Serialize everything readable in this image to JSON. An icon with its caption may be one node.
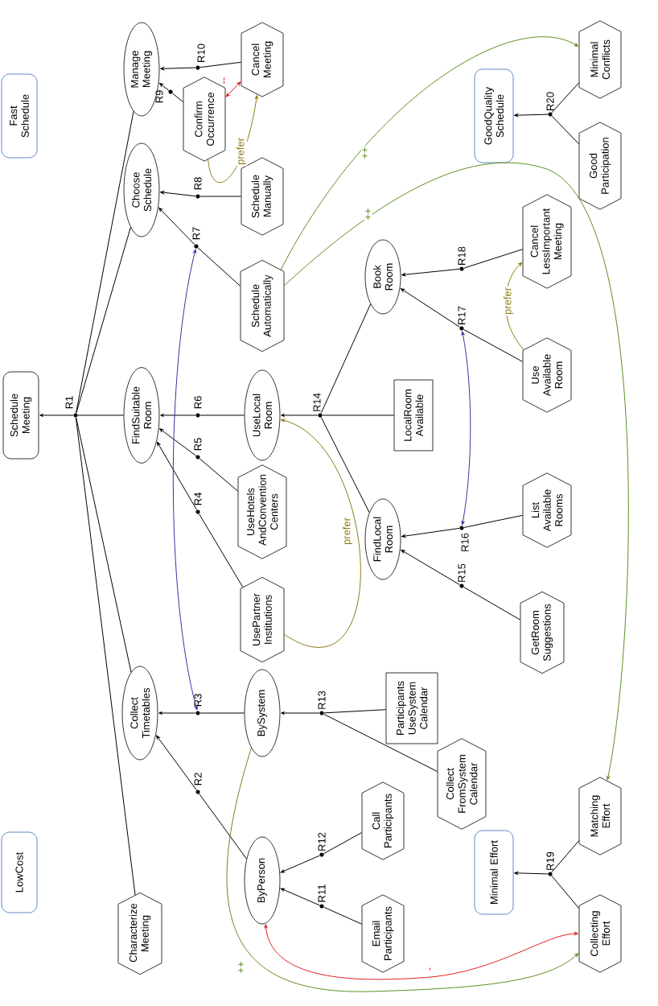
{
  "diagram": {
    "nodes": [
      {
        "text": [
          "Fast Schedule"
        ]
      },
      {
        "text": [
          "GoodQuality Schedule"
        ]
      },
      {
        "text": [
          "Schedule Meeting"
        ]
      },
      {
        "text": [
          "LowCost"
        ]
      },
      {
        "text": [
          "Minimal Effort"
        ]
      },
      {
        "text": [
          "Manage Meeting"
        ]
      },
      {
        "text": [
          "Choose Schedule"
        ]
      },
      {
        "text": [
          "FindSuitable Room"
        ]
      },
      {
        "text": [
          "Collect Timetables"
        ]
      },
      {
        "text": [
          "Characterize Meeting"
        ]
      },
      {
        "text": [
          "Confirm Occurrence"
        ]
      },
      {
        "text": [
          "Cancel Meeting"
        ]
      },
      {
        "text": [
          "Schedule Manually"
        ]
      },
      {
        "text": [
          "Schedule Automatically"
        ]
      },
      {
        "text": [
          "UseLocal Room"
        ]
      },
      {
        "text": [
          "UseHotels AndConvention Centers"
        ]
      },
      {
        "text": [
          "UsePartner Institutions"
        ]
      },
      {
        "text": [
          "BySystem"
        ]
      },
      {
        "text": [
          "ByPerson"
        ]
      },
      {
        "text": [
          "Book Room"
        ]
      },
      {
        "text": [
          "LocalRoom Available"
        ]
      },
      {
        "text": [
          "FindLocal Room"
        ]
      },
      {
        "text": [
          "Participants UseSystem Calendar"
        ]
      },
      {
        "text": [
          "Collect FromSystem Calendar"
        ]
      },
      {
        "text": [
          "Call Participants"
        ]
      },
      {
        "text": [
          "Email Participants"
        ]
      },
      {
        "text": [
          "Cancel LessImportant Meeting"
        ]
      },
      {
        "text": [
          "Use Available Room"
        ]
      },
      {
        "text": [
          "List Available Rooms"
        ]
      },
      {
        "text": [
          "GetRoom Suggestions"
        ]
      },
      {
        "text": [
          "Minimal Conflicts"
        ]
      },
      {
        "text": [
          "Good Participation"
        ]
      },
      {
        "text": [
          "Matching Effort"
        ]
      },
      {
        "text": [
          "Collecting Effort"
        ]
      },
      {
        "text": [],
        "shape": "circle",
        "beside": [
          "R1"
        ]
      },
      {
        "text": [],
        "shape": "circle",
        "beside": [
          "R2"
        ]
      },
      {
        "text": [],
        "shape": "circle",
        "beside": [
          "R3"
        ]
      },
      {
        "text": [],
        "shape": "circle",
        "beside": [
          "R4"
        ]
      },
      {
        "text": [],
        "shape": "circle",
        "beside": [
          "R5"
        ]
      },
      {
        "text": [],
        "shape": "circle",
        "beside": [
          "R6"
        ]
      },
      {
        "text": [],
        "shape": "circle",
        "beside": [
          "R7"
        ]
      },
      {
        "text": [],
        "shape": "circle",
        "beside": [
          "R8"
        ]
      },
      {
        "text": [],
        "shape": "circle",
        "beside": [
          "R9"
        ]
      },
      {
        "text": [],
        "shape": "circle",
        "beside": [
          "R10"
        ]
      },
      {
        "text": [],
        "shape": "circle",
        "beside": [
          "R11"
        ]
      },
      {
        "text": [],
        "shape": "circle",
        "beside": [
          "R12"
        ]
      },
      {
        "text": [],
        "shape": "circle",
        "beside": [
          "R13"
        ]
      },
      {
        "text": [],
        "shape": "circle",
        "beside": [
          "R14"
        ]
      },
      {
        "text": [],
        "shape": "circle",
        "beside": [
          "R15"
        ]
      },
      {
        "text": [],
        "shape": "circle",
        "beside": [
          "R16"
        ]
      },
      {
        "text": [],
        "shape": "circle",
        "beside": [
          "R17"
        ]
      },
      {
        "text": [],
        "shape": "circle",
        "beside": [
          "R18"
        ]
      },
      {
        "text": [],
        "shape": "circle",
        "beside": [
          "R19"
        ]
      },
      {
        "text": [],
        "shape": "circle",
        "beside": [
          "R20"
        ]
      }
    ],
    "edges": [
      {
        "from": 5,
        "to": 34,
        "arrow": "none"
      },
      {
        "from": 6,
        "to": 34,
        "arrow": "none"
      },
      {
        "from": 7,
        "to": 34,
        "arrow": "none"
      },
      {
        "from": 8,
        "to": 34,
        "arrow": "none"
      },
      {
        "from": 9,
        "to": 34,
        "arrow": "none"
      },
      {
        "from": 34,
        "to": 2,
        "arrow": "to"
      },
      {
        "from": 18,
        "to": 35,
        "arrow": "none"
      },
      {
        "from": 35,
        "to": 8,
        "arrow": "to"
      },
      {
        "from": 17,
        "to": 36,
        "arrow": "none"
      },
      {
        "from": 36,
        "to": 8,
        "arrow": "to"
      },
      {
        "from": 16,
        "to": 37,
        "arrow": "none"
      },
      {
        "from": 37,
        "to": 7,
        "arrow": "to"
      },
      {
        "from": 15,
        "to": 38,
        "arrow": "none"
      },
      {
        "from": 38,
        "to": 7,
        "arrow": "to"
      },
      {
        "from": 14,
        "to": 39,
        "arrow": "none"
      },
      {
        "from": 39,
        "to": 7,
        "arrow": "to"
      },
      {
        "from": 13,
        "to": 40,
        "arrow": "none"
      },
      {
        "from": 40,
        "to": 6,
        "arrow": "to"
      },
      {
        "from": 12,
        "to": 41,
        "arrow": "none"
      },
      {
        "from": 41,
        "to": 6,
        "arrow": "to"
      },
      {
        "from": 10,
        "to": 42,
        "arrow": "none"
      },
      {
        "from": 42,
        "to": 5,
        "arrow": "to"
      },
      {
        "from": 11,
        "to": 43,
        "arrow": "none"
      },
      {
        "from": 43,
        "to": 5,
        "arrow": "to"
      },
      {
        "from": 25,
        "to": 44,
        "arrow": "none"
      },
      {
        "from": 44,
        "to": 18,
        "arrow": "to"
      },
      {
        "from": 24,
        "to": 45,
        "arrow": "none"
      },
      {
        "from": 45,
        "to": 18,
        "arrow": "to"
      },
      {
        "from": 22,
        "to": 46,
        "arrow": "none"
      },
      {
        "from": 23,
        "to": 46,
        "arrow": "none"
      },
      {
        "from": 46,
        "to": 17,
        "arrow": "to"
      },
      {
        "from": 19,
        "to": 47,
        "arrow": "none"
      },
      {
        "from": 21,
        "to": 47,
        "arrow": "none"
      },
      {
        "from": 20,
        "to": 47,
        "arrow": "none"
      },
      {
        "from": 47,
        "to": 14,
        "arrow": "to"
      },
      {
        "from": 29,
        "to": 48,
        "arrow": "none"
      },
      {
        "from": 48,
        "to": 21,
        "arrow": "to"
      },
      {
        "from": 28,
        "to": 49,
        "arrow": "none"
      },
      {
        "from": 49,
        "to": 21,
        "arrow": "to"
      },
      {
        "from": 27,
        "to": 50,
        "arrow": "none"
      },
      {
        "from": 50,
        "to": 19,
        "arrow": "to"
      },
      {
        "from": 26,
        "to": 51,
        "arrow": "none"
      },
      {
        "from": 51,
        "to": 19,
        "arrow": "to"
      },
      {
        "from": 32,
        "to": 52,
        "arrow": "none"
      },
      {
        "from": 33,
        "to": 52,
        "arrow": "none"
      },
      {
        "from": 52,
        "to": 4,
        "arrow": "to"
      },
      {
        "from": 30,
        "to": 53,
        "arrow": "none"
      },
      {
        "from": 31,
        "to": 53,
        "arrow": "none"
      },
      {
        "from": 53,
        "to": 1,
        "arrow": "to"
      },
      {
        "from": 10,
        "to": 11,
        "arrow": "to",
        "label": "prefer",
        "color": "#8c7a12"
      },
      {
        "from": 10,
        "to": 11,
        "arrow": "both",
        "label": "--",
        "color": "#e0201f"
      },
      {
        "from": 16,
        "to": 14,
        "arrow": "to",
        "label": "prefer",
        "color": "#8c7a12"
      },
      {
        "from": 27,
        "to": 26,
        "arrow": "to",
        "label": "prefer",
        "color": "#8c7a12"
      },
      {
        "from": 49,
        "to": 50,
        "arrow": "both",
        "color": "#3d2f9e"
      },
      {
        "from": 36,
        "to": 40,
        "arrow": "both",
        "color": "#3d2f9e"
      },
      {
        "from": 13,
        "to": 30,
        "arrow": "to",
        "label": "++",
        "color": "#5b8f22"
      },
      {
        "from": 13,
        "to": 32,
        "arrow": "to",
        "label": "++",
        "color": "#5b8f22"
      },
      {
        "from": 17,
        "to": 33,
        "arrow": "to",
        "label": "++",
        "color": "#5b8f22"
      },
      {
        "from": 18,
        "to": 33,
        "arrow": "both",
        "label": "-",
        "color": "#e0201f"
      }
    ]
  }
}
